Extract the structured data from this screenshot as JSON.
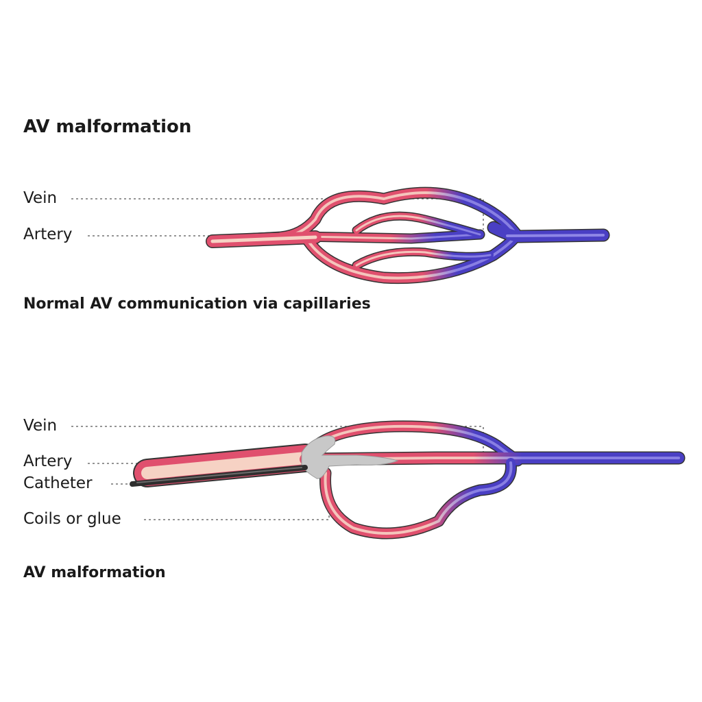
{
  "title": "AV malformation",
  "normal": {
    "caption": "Normal AV communication via capillaries",
    "labels": {
      "vein": "Vein",
      "artery": "Artery"
    }
  },
  "malformation": {
    "caption": "AV malformation",
    "labels": {
      "vein": "Vein",
      "artery": "Artery",
      "catheter": "Catheter",
      "coils": "Coils or glue"
    }
  },
  "colors": {
    "artery": "#e0506e",
    "artery_light": "#f6d2c4",
    "vein": "#4a3fc4",
    "vein_light": "#8f86e6",
    "embolic": "#c8c8c8",
    "catheter": "#3a3a3a",
    "leader": "#555555"
  }
}
